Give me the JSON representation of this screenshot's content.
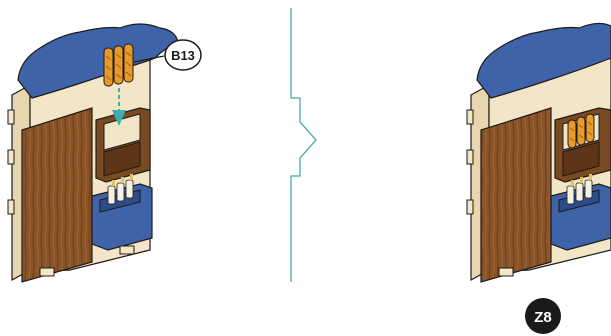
{
  "step": {
    "number_label": "Z8"
  },
  "callout": {
    "part_label": "B13"
  },
  "colors": {
    "roof_blue": "#3f63a8",
    "wood_light": "#f3e6c8",
    "wood_edge": "#d8c29a",
    "wood_dark": "#7a4a22",
    "wood_grain": "#5e3516",
    "outline": "#1e1a16",
    "divider_teal": "#3aa6a0",
    "arrow_teal": "#3ab0b0",
    "bread": "#e89a2a",
    "badge_bg": "#1a1a1a",
    "badge_text": "#ffffff"
  },
  "icons": {
    "process_arrow": "chevron-right-arrow",
    "insert_arrow": "arrow-down-icon"
  }
}
